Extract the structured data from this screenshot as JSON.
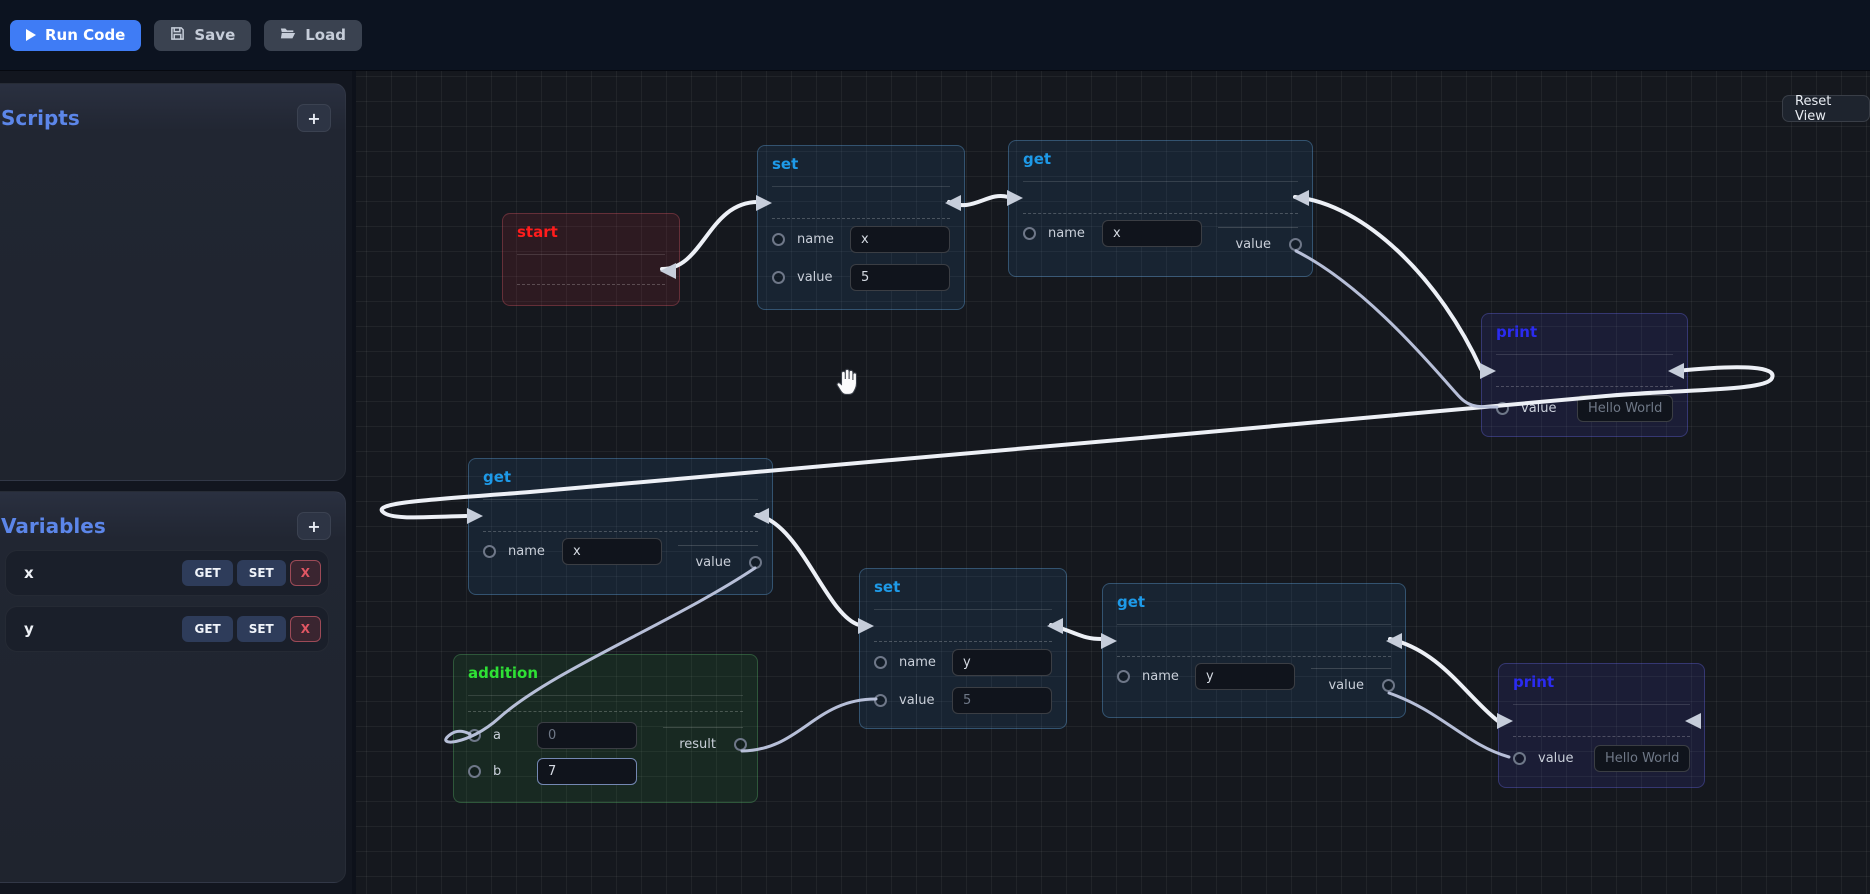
{
  "toolbar": {
    "run_label": "Run Code",
    "save_label": "Save",
    "load_label": "Load"
  },
  "canvas": {
    "reset_view_label": "Reset View"
  },
  "sidebar": {
    "scripts": {
      "title": "Scripts",
      "add_label": "+"
    },
    "variables": {
      "title": "Variables",
      "add_label": "+",
      "items": [
        {
          "name": "x",
          "get_label": "GET",
          "set_label": "SET",
          "delete_label": "X"
        },
        {
          "name": "y",
          "get_label": "GET",
          "set_label": "SET",
          "delete_label": "X"
        }
      ]
    }
  },
  "nodes": {
    "start": {
      "title": "start"
    },
    "set_x": {
      "title": "set",
      "name_label": "name",
      "name_value": "x",
      "value_label": "value",
      "value_value": "5"
    },
    "get_x_top": {
      "title": "get",
      "name_label": "name",
      "name_value": "x",
      "output_label": "value"
    },
    "print_top": {
      "title": "print",
      "value_label": "value",
      "value_placeholder": "Hello World!"
    },
    "get_x_mid": {
      "title": "get",
      "name_label": "name",
      "name_value": "x",
      "output_label": "value"
    },
    "set_y": {
      "title": "set",
      "name_label": "name",
      "name_value": "y",
      "value_label": "value",
      "value_placeholder": "5"
    },
    "get_y": {
      "title": "get",
      "name_label": "name",
      "name_value": "y",
      "output_label": "value"
    },
    "addition": {
      "title": "addition",
      "a_label": "a",
      "a_placeholder": "0",
      "b_label": "b",
      "b_value": "7",
      "output_label": "result"
    },
    "print_bottom": {
      "title": "print",
      "value_label": "value",
      "value_placeholder": "Hello World!"
    }
  },
  "colors": {
    "run_button": "#3f7cf5",
    "sidebar_header": "#5c86e9",
    "title_start": "#ff1c1c",
    "title_set_get": "#1e9ae8",
    "title_print": "#2b2bf0",
    "title_addition": "#2ee135",
    "flow_wire": "#edf0f6",
    "data_wire": "#b7bfd8",
    "delete_button_text": "#e05663"
  }
}
